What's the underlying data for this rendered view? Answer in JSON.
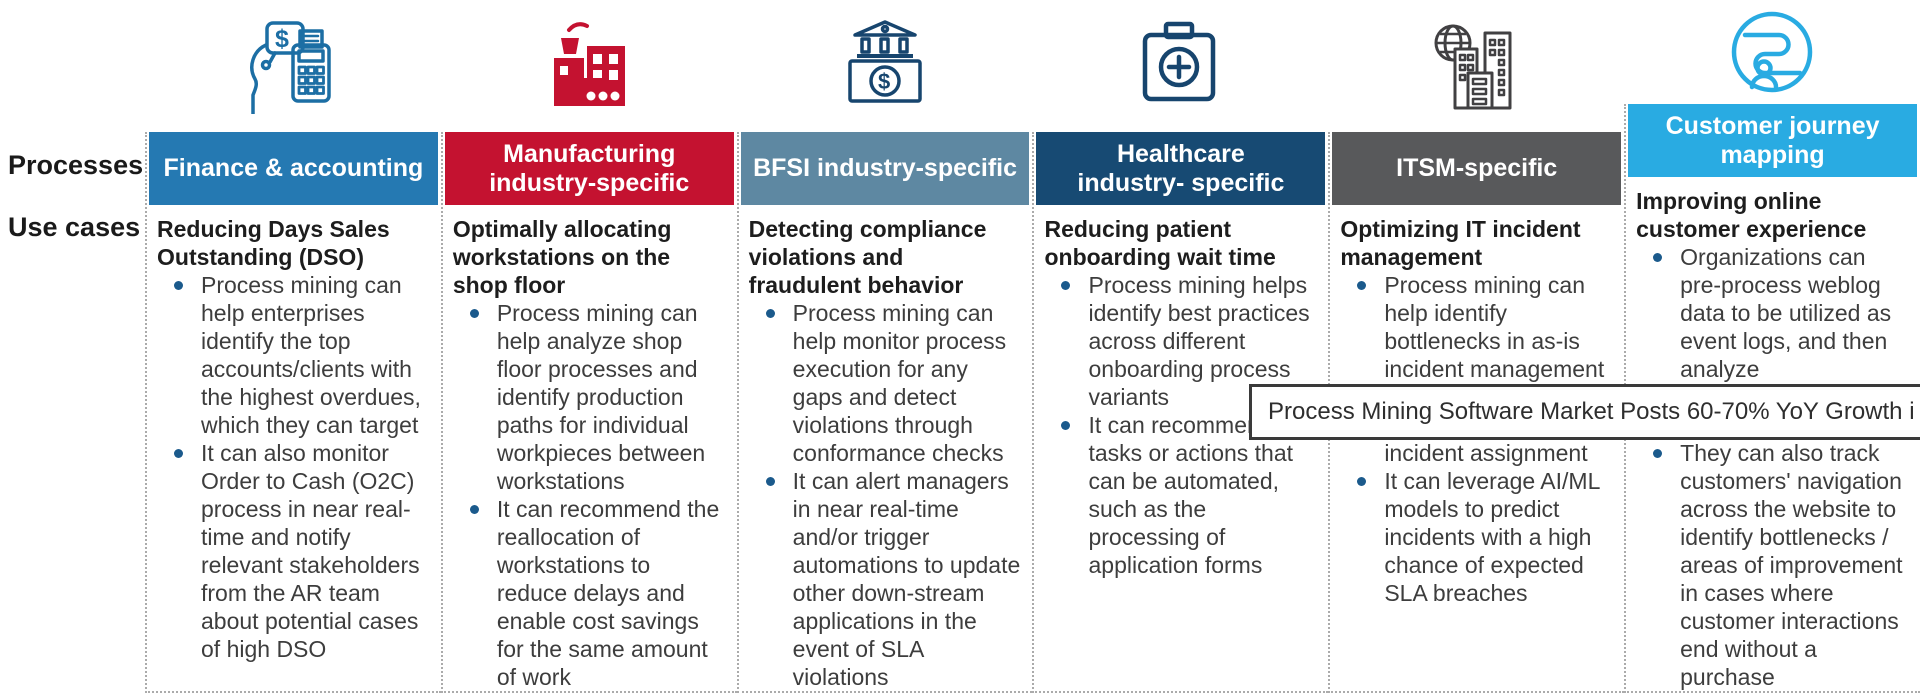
{
  "row_labels": {
    "processes": "Processes",
    "use_cases": "Use cases"
  },
  "tooltip": {
    "text": "Process Mining Software Market Posts 60-70% YoY Growth i",
    "border_color": "#3a3a3a",
    "bg_color": "#ffffff"
  },
  "style": {
    "bullet_dot_color": "#1b5a8c",
    "divider_color": "#ababab"
  },
  "columns": [
    {
      "icon": "finance-calculator-icon",
      "icon_color": "#1c6ea4",
      "header": {
        "label": "Finance & accounting",
        "bg": "#2579b2"
      },
      "blocks": [
        {
          "type": "title",
          "text": "Reducing Days Sales Outstanding (DSO)"
        },
        {
          "type": "bullet",
          "text": "Process mining can help enterprises identify the top accounts/clients with the highest overdues, which they can target"
        },
        {
          "type": "bullet",
          "text": "It can also monitor Order to Cash (O2C) process in near real-time and notify relevant stakeholders from the AR team about potential cases of high DSO"
        }
      ]
    },
    {
      "icon": "factory-icon",
      "icon_color": "#c41230",
      "header": {
        "label": "Manufacturing\nindustry-specific",
        "bg": "#c41230"
      },
      "blocks": [
        {
          "type": "title",
          "text": "Optimally allocating workstations on the shop floor"
        },
        {
          "type": "bullet",
          "text": "Process mining can help analyze shop floor processes and identify production paths for individual workpieces between workstations"
        },
        {
          "type": "bullet",
          "text": "It can recommend the reallocation of workstations to reduce delays and enable cost savings for the same amount of work"
        }
      ]
    },
    {
      "icon": "bank-money-icon",
      "icon_color": "#17456e",
      "header": {
        "label": "BFSI industry-specific",
        "bg": "#5e88a2"
      },
      "blocks": [
        {
          "type": "title",
          "text": "Detecting compliance violations and fraudulent behavior"
        },
        {
          "type": "bullet",
          "text": "Process mining can help monitor process execution for any gaps and detect violations through conformance checks"
        },
        {
          "type": "bullet",
          "text": "It can alert managers in near real-time and/or trigger automations to update other down-stream applications in the event of SLA violations"
        }
      ]
    },
    {
      "icon": "medkit-icon",
      "icon_color": "#17456e",
      "header": {
        "label": "Healthcare\nindustry- specific",
        "bg": "#174a73"
      },
      "blocks": [
        {
          "type": "title",
          "text": "Reducing patient onboarding wait time"
        },
        {
          "type": "bullet",
          "text": "Process mining helps identify best practices across different onboarding process variants"
        },
        {
          "type": "bullet",
          "text": "It can recommen"
        },
        {
          "type": "cont",
          "text": "tasks or actions that can be automated, such as the processing of application forms"
        }
      ]
    },
    {
      "icon": "city-globe-icon",
      "icon_color": "#414042",
      "header": {
        "label": "ITSM-specific",
        "bg": "#58595b"
      },
      "blocks": [
        {
          "type": "title",
          "text": "Optimizing IT incident management"
        },
        {
          "type": "bullet",
          "text": "Process mining can help identify bottlenecks in as-is incident management"
        },
        {
          "type": "spacer",
          "h": 56
        },
        {
          "type": "cont",
          "text": "incident assignment"
        },
        {
          "type": "bullet",
          "text": "It can leverage AI/ML models to predict incidents with a high chance of expected SLA breaches"
        }
      ]
    },
    {
      "icon": "journey-icon",
      "icon_color": "#29abe2",
      "header": {
        "label": "Customer journey\nmapping",
        "bg": "#29abe2"
      },
      "blocks": [
        {
          "type": "title",
          "text": "Improving online customer experience"
        },
        {
          "type": "bullet",
          "text": "Organizations can pre-process weblog data to be utilized as event logs, and then analyze"
        },
        {
          "type": "spacer",
          "h": 56
        },
        {
          "type": "bullet",
          "text": "They can also track customers' navigation across the website to identify bottlenecks / areas of improvement in cases where customer interactions end without a purchase"
        }
      ]
    }
  ]
}
